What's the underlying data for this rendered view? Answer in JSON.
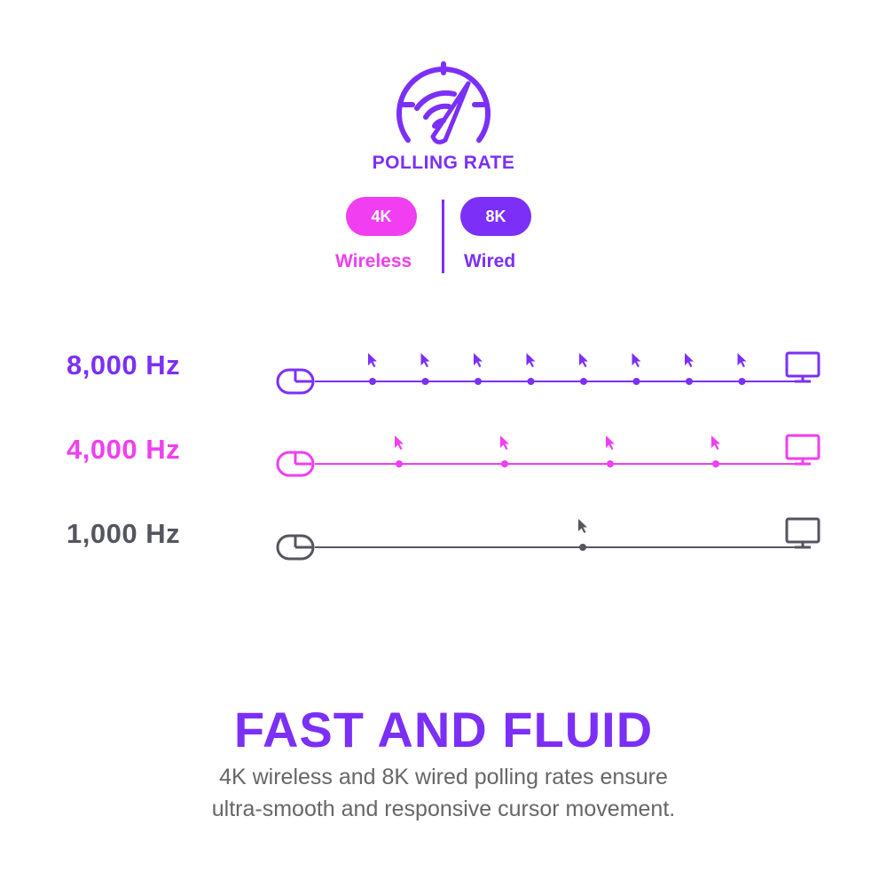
{
  "colors": {
    "purple": "#7b2ff7",
    "magenta": "#f03ef0",
    "gray": "#555560",
    "text_gray": "#666666"
  },
  "header": {
    "icon": "speedometer-wifi-icon",
    "title": "POLLING RATE",
    "wireless_badge": "4K",
    "wired_badge": "8K",
    "wireless_label": "Wireless",
    "wired_label": "Wired"
  },
  "rates": [
    {
      "label": "8,000 Hz",
      "color": "#7b2ff7",
      "cursor_count": 8,
      "start_icon": "mouse-icon",
      "end_icon": "monitor-icon"
    },
    {
      "label": "4,000 Hz",
      "color": "#f03ef0",
      "cursor_count": 4,
      "start_icon": "mouse-icon",
      "end_icon": "monitor-icon"
    },
    {
      "label": "1,000 Hz",
      "color": "#555560",
      "cursor_count": 1,
      "start_icon": "mouse-icon",
      "end_icon": "monitor-icon"
    }
  ],
  "footer": {
    "title": "FAST AND FLUID",
    "description_line1": "4K wireless and 8K wired polling rates ensure",
    "description_line2": "ultra-smooth and responsive cursor movement."
  }
}
